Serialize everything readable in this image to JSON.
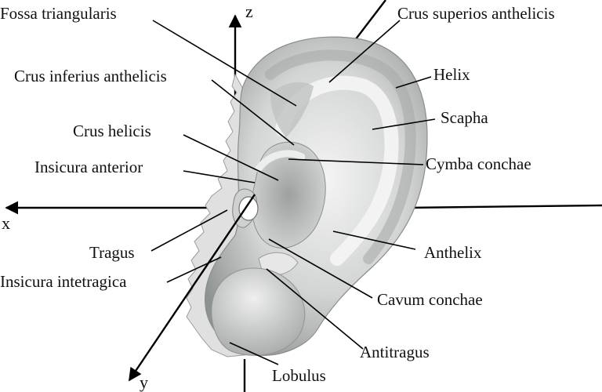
{
  "axes": {
    "x": "x",
    "y": "y",
    "z": "z"
  },
  "labels": {
    "fossa_triangularis": "Fossa triangularis",
    "crus_superios": "Crus superios anthelicis",
    "crus_inferius": "Crus inferius anthelicis",
    "helix": "Helix",
    "scapha": "Scapha",
    "crus_helicis": "Crus helicis",
    "cymba_conchae": "Cymba conchae",
    "insicura_anterior": "Insicura anterior",
    "tragus": "Tragus",
    "anthelix": "Anthelix",
    "insicura_intetragica": "Insicura intetragica",
    "cavum_conchae": "Cavum conchae",
    "antitragus": "Antitragus",
    "lobulus": "Lobulus"
  },
  "colors": {
    "ear_light": "#e8e9e8",
    "ear_mid": "#b9bcba",
    "ear_dark": "#6f7372",
    "ink": "#000000"
  }
}
